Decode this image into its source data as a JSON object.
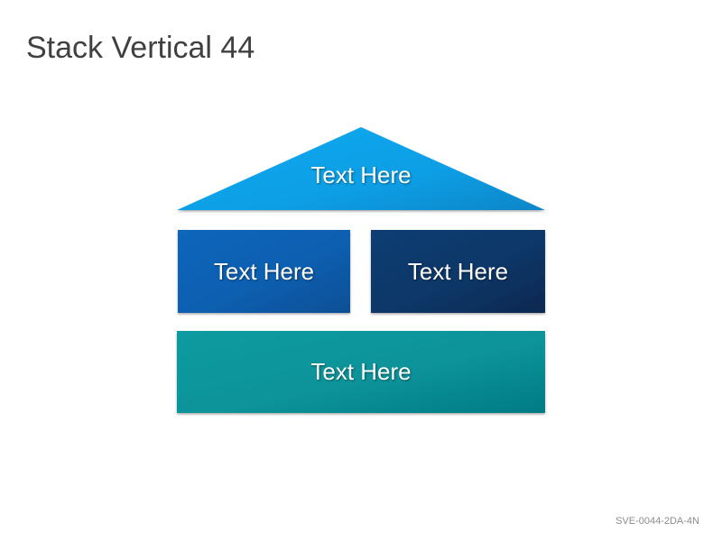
{
  "title": "Stack Vertical 44",
  "code": "SVE-0044-2DA-4N",
  "shapes": {
    "roof": {
      "label": "Text Here",
      "color": "#0ea5ea",
      "shade": "#0b86c8"
    },
    "left_block": {
      "label": "Text Here",
      "color": "#0b62b5",
      "shade": "#0a4f94"
    },
    "right_block": {
      "label": "Text Here",
      "color": "#0d3a6e",
      "shade": "#0a2a52"
    },
    "base": {
      "label": "Text Here",
      "color": "#07999c",
      "shade": "#077e86"
    }
  }
}
